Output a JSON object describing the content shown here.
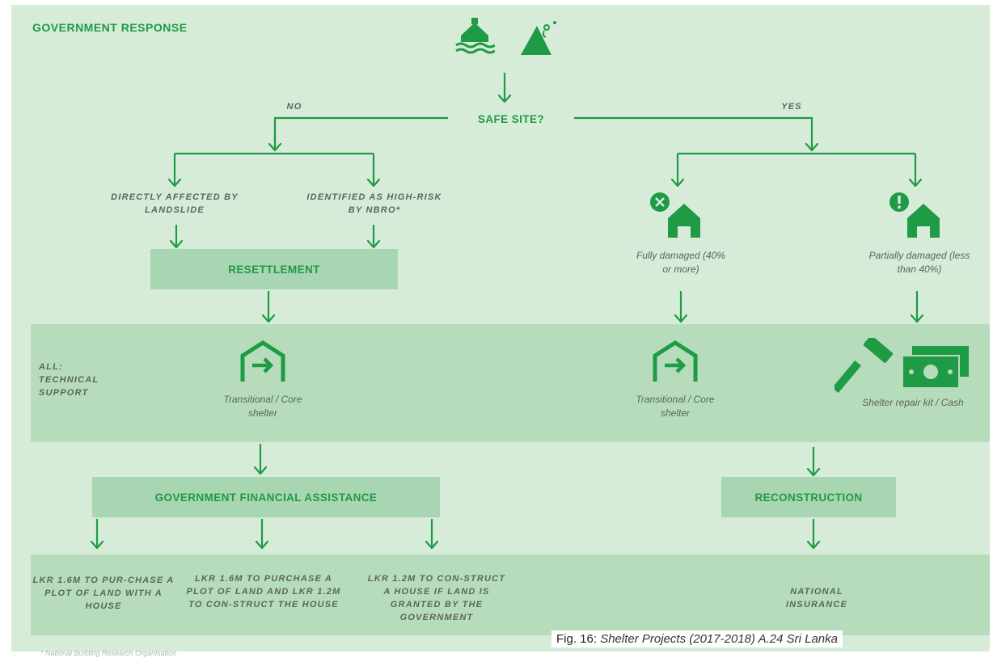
{
  "diagram": {
    "title": "GOVERNMENT RESPONSE",
    "decision": "SAFE SITE?",
    "branch_no": "NO",
    "branch_yes": "YES",
    "no_left": "DIRECTLY AFFECTED BY LANDSLIDE",
    "no_right": "IDENTIFIED AS HIGH-RISK BY NBRO*",
    "resettlement": "RESETTLEMENT",
    "fully_damaged": "Fully damaged (40% or more)",
    "partially_damaged": "Partially damaged (less than 40%)",
    "band_label": "ALL: TECHNICAL SUPPORT",
    "shelter_left": "Transitional / Core shelter",
    "shelter_mid": "Transitional / Core shelter",
    "repair_kit": "Shelter repair kit / Cash",
    "gov_assist": "GOVERNMENT FINANCIAL ASSISTANCE",
    "reconstruction": "RECONSTRUCTION",
    "option_1": "LKR 1.6M TO PUR-CHASE A PLOT OF LAND WITH A HOUSE",
    "option_2": "LKR 1.6M TO PURCHASE A PLOT OF LAND AND LKR 1.2M TO CON-STRUCT THE HOUSE",
    "option_3": "LKR 1.2M TO CON-STRUCT A HOUSE IF LAND IS GRANTED BY THE GOVERNMENT",
    "national_insurance": "NATIONAL INSURANCE",
    "footnote": "* National Building Research Organisation"
  },
  "caption": {
    "label": "Fig. 16:",
    "text": "Shelter Projects (2017-2018) A.24 Sri Lanka"
  },
  "colors": {
    "accent_green": "#1f9a45",
    "background": "#d7ebd9",
    "band": "#b7dcbc",
    "box": "#a9d6b2",
    "text_gray": "#59675c"
  },
  "icons": [
    "flood-house-icon",
    "landslide-icon",
    "cross-badge-icon",
    "alert-badge-icon",
    "house-icon",
    "transitional-shelter-icon",
    "hammer-icon",
    "cash-icon"
  ]
}
